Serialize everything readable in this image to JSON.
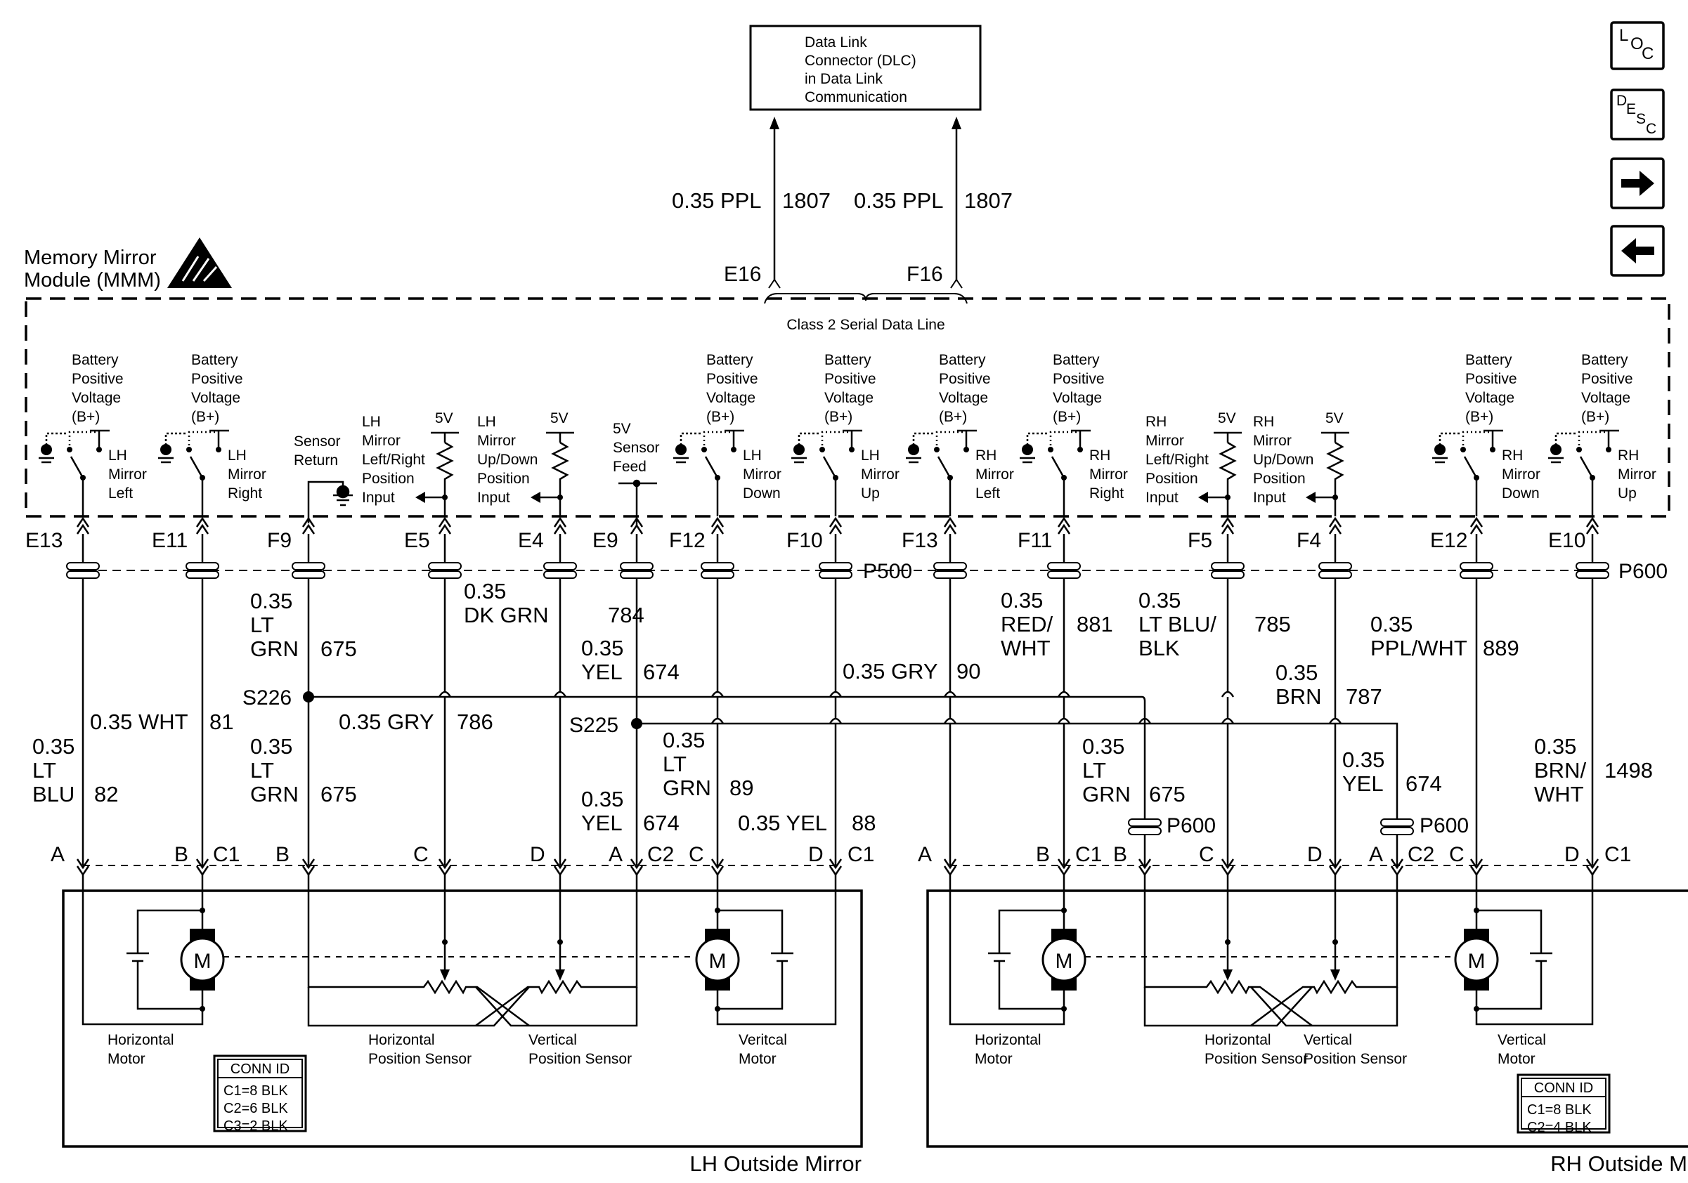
{
  "dlc": {
    "lines": [
      "Data Link",
      "Connector (DLC)",
      "in Data Link",
      "Communication"
    ]
  },
  "class2": {
    "label": "Class 2 Serial Data Line"
  },
  "module": {
    "name_lines": [
      "Memory Mirror",
      "Module (MMM)"
    ],
    "esd_icon": "esd-warning-icon"
  },
  "nav": {
    "loc": "LOC",
    "desc": "DESC",
    "next_icon": "arrow-right-icon",
    "prev_icon": "arrow-left-icon"
  },
  "wires_top": {
    "e16": {
      "gauge": "0.35 PPL",
      "circuit": "1807",
      "pin": "E16"
    },
    "f16": {
      "gauge": "0.35 PPL",
      "circuit": "1807",
      "pin": "F16"
    }
  },
  "internal": {
    "sw_e13": [
      "Battery",
      "Positive",
      "Voltage",
      "(B+)",
      "LH",
      "Mirror",
      "Left"
    ],
    "sw_e11": [
      "Battery",
      "Positive",
      "Voltage",
      "(B+)",
      "LH",
      "Mirror",
      "Right"
    ],
    "sensor_return": [
      "Sensor",
      "Return"
    ],
    "lh_lr_input": [
      "LH",
      "Mirror",
      "Left/Right",
      "Position",
      "Input"
    ],
    "lh_ud_input": [
      "LH",
      "Mirror",
      "Up/Down",
      "Position",
      "Input"
    ],
    "sensor_feed": [
      "5V",
      "Sensor",
      "Feed"
    ],
    "sw_f12": [
      "Battery",
      "Positive",
      "Voltage",
      "(B+)",
      "LH",
      "Mirror",
      "Down"
    ],
    "sw_f10": [
      "Battery",
      "Positive",
      "Voltage",
      "(B+)",
      "LH",
      "Mirror",
      "Up"
    ],
    "sw_f13": [
      "Battery",
      "Positive",
      "Voltage",
      "(B+)",
      "RH",
      "Mirror",
      "Left"
    ],
    "sw_f11": [
      "Battery",
      "Positive",
      "Voltage",
      "(B+)",
      "RH",
      "Mirror",
      "Right"
    ],
    "rh_lr_input": [
      "RH",
      "Mirror",
      "Left/Right",
      "Position",
      "Input"
    ],
    "rh_ud_input": [
      "RH",
      "Mirror",
      "Up/Down",
      "Position",
      "Input"
    ],
    "sw_e12": [
      "Battery",
      "Positive",
      "Voltage",
      "(B+)",
      "RH",
      "Mirror",
      "Down"
    ],
    "sw_e10": [
      "Battery",
      "Positive",
      "Voltage",
      "(B+)",
      "RH",
      "Mirror",
      "Up"
    ],
    "v5": "5V"
  },
  "pins": {
    "e13": "E13",
    "e11": "E11",
    "f9": "F9",
    "e5": "E5",
    "e4": "E4",
    "e9": "E9",
    "f12": "F12",
    "f10": "F10",
    "f13": "F13",
    "f11": "F11",
    "f5": "F5",
    "f4": "F4",
    "e12": "E12",
    "e10": "E10"
  },
  "connectors": {
    "p500": "P500",
    "p600": "P600"
  },
  "splices": {
    "s226": "S226",
    "s225": "S225"
  },
  "wires": {
    "w675a": [
      "0.35",
      "LT",
      "GRN",
      "675"
    ],
    "w784": [
      "0.35",
      "DK GRN",
      "784"
    ],
    "w674a": [
      "0.35",
      "YEL",
      "674"
    ],
    "w90": [
      "0.35 GRY",
      "90"
    ],
    "w881": [
      "0.35",
      "RED/",
      "WHT",
      "881"
    ],
    "w785": [
      "0.35",
      "LT BLU/",
      "BLK",
      "785"
    ],
    "w889": [
      "0.35",
      "PPL/WHT",
      "889"
    ],
    "w787": [
      "0.35",
      "BRN",
      "787"
    ],
    "w82": [
      "0.35",
      "LT",
      "BLU",
      "82"
    ],
    "w81": [
      "0.35 WHT",
      "81"
    ],
    "w675b": [
      "0.35",
      "LT",
      "GRN",
      "675"
    ],
    "w786": [
      "0.35 GRY",
      "786"
    ],
    "w89": [
      "0.35",
      "LT",
      "GRN",
      "89"
    ],
    "w674b": [
      "0.35",
      "YEL",
      "674"
    ],
    "w88": [
      "0.35 YEL",
      "88"
    ],
    "w675c": [
      "0.35",
      "LT",
      "GRN",
      "675"
    ],
    "w674c": [
      "0.35",
      "YEL",
      "674"
    ],
    "w1498": [
      "0.35",
      "BRN/",
      "WHT",
      "1498"
    ]
  },
  "mirror_pins": {
    "lh": {
      "a": "A",
      "b": "B",
      "c1": "C1",
      "b2": "B",
      "c": "C",
      "d": "D",
      "a2": "A",
      "c2": "C2",
      "c3": "C",
      "d3": "D",
      "c1b": "C1"
    },
    "rh": {
      "a": "A",
      "b": "B",
      "c1": "C1",
      "b2": "B",
      "c": "C",
      "d": "D",
      "a2": "A",
      "c2": "C2",
      "c3": "C",
      "d3": "D",
      "c1b": "C1"
    }
  },
  "lh_mirror": {
    "title": "LH Outside Mirror",
    "motor": "M",
    "horizontal_motor": [
      "Horizontal",
      "Motor"
    ],
    "horizontal_sensor": [
      "Horizontal",
      "Position Sensor"
    ],
    "vertical_sensor": [
      "Vertical",
      "Position Sensor"
    ],
    "vertical_motor": [
      "Veritcal",
      "Motor"
    ],
    "conn_id": {
      "title": "CONN ID",
      "rows": [
        "C1=8 BLK",
        "C2=6 BLK",
        "C3=2 BLK"
      ]
    }
  },
  "rh_mirror": {
    "title": "RH Outside Mirror",
    "motor": "M",
    "horizontal_motor": [
      "Horizontal",
      "Motor"
    ],
    "horizontal_sensor": [
      "Horizontal",
      "Position Sensor"
    ],
    "vertical_sensor": [
      "Vertical",
      "Position Sensor"
    ],
    "vertical_motor": [
      "Vertical",
      "Motor"
    ],
    "conn_id": {
      "title": "CONN ID",
      "rows": [
        "C1=8 BLK",
        "C2=4 BLK"
      ]
    }
  }
}
